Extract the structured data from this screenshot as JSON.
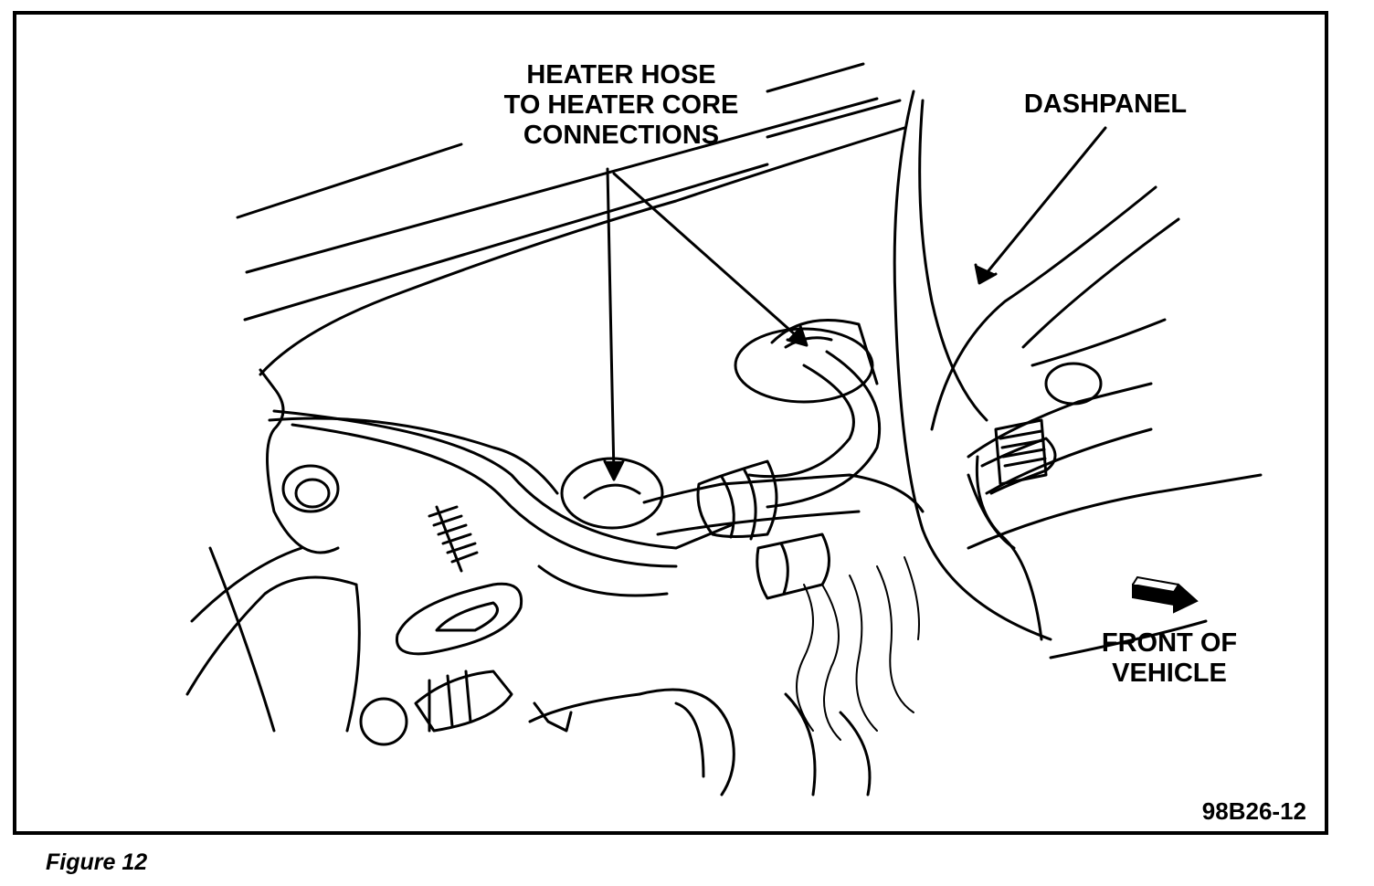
{
  "labels": {
    "heater_hose": [
      "HEATER HOSE",
      "TO HEATER CORE",
      "CONNECTIONS"
    ],
    "dashpanel": "DASHPANEL",
    "front_of_vehicle": [
      "FRONT OF",
      "VEHICLE"
    ]
  },
  "figure_code": "98B26-12",
  "caption": "Figure 12"
}
